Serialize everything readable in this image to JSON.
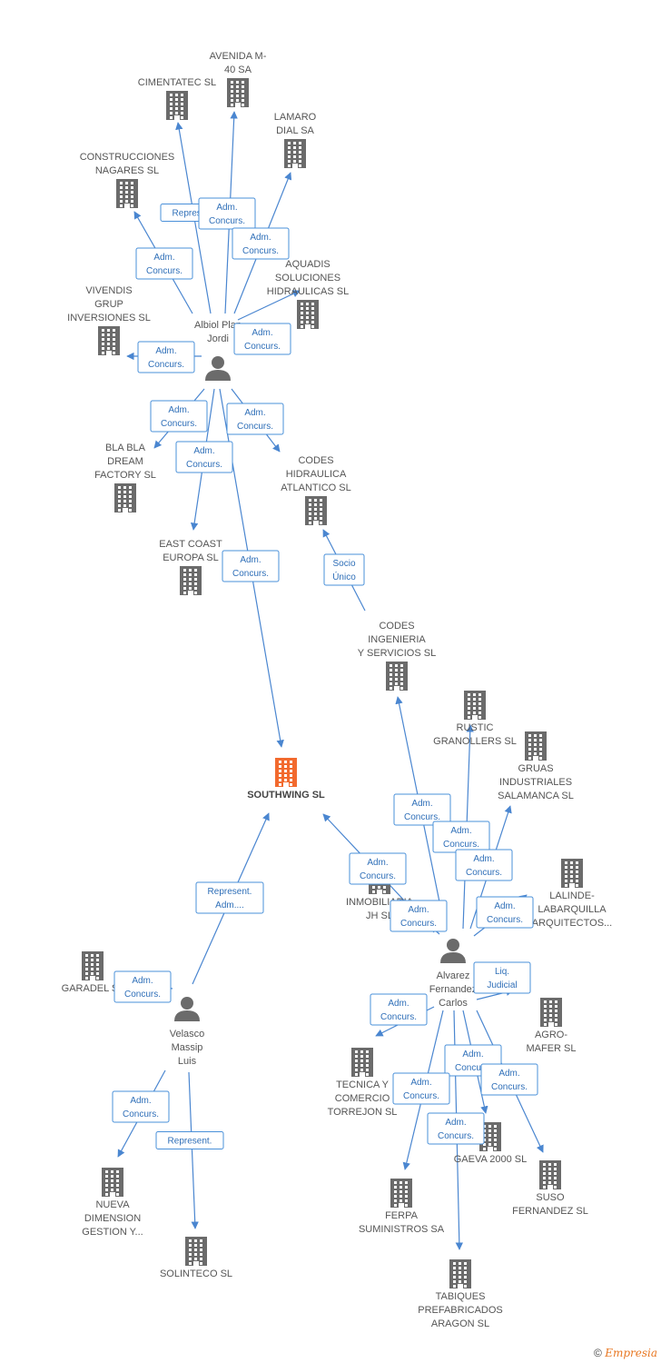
{
  "companies": [
    {
      "id": "southwing",
      "lines": [
        "SOUTHWING SL"
      ],
      "main": true
    },
    {
      "id": "avenida",
      "lines": [
        "AVENIDA M-",
        "40 SA"
      ]
    },
    {
      "id": "cimentatec",
      "lines": [
        "CIMENTATEC SL"
      ]
    },
    {
      "id": "lamaro",
      "lines": [
        "LAMARO",
        "DIAL SA"
      ]
    },
    {
      "id": "construcciones",
      "lines": [
        "CONSTRUCCIONES",
        "NAGARES SL"
      ]
    },
    {
      "id": "aquadis",
      "lines": [
        "AQUADIS",
        "SOLUCIONES",
        "HIDRAULICAS SL"
      ]
    },
    {
      "id": "vivendis",
      "lines": [
        "VIVENDIS",
        "GRUP",
        "INVERSIONES SL"
      ]
    },
    {
      "id": "blabla",
      "lines": [
        "BLA BLA",
        "DREAM",
        "FACTORY SL"
      ]
    },
    {
      "id": "codeshid",
      "lines": [
        "CODES",
        "HIDRAULICA",
        "ATLANTICO SL"
      ]
    },
    {
      "id": "eastcoast",
      "lines": [
        "EAST COAST",
        "EUROPA SL"
      ]
    },
    {
      "id": "codesing",
      "lines": [
        "CODES",
        "INGENIERIA",
        "Y SERVICIOS SL"
      ]
    },
    {
      "id": "rustic",
      "lines": [
        "RUSTIC",
        "GRANOLLERS SL"
      ]
    },
    {
      "id": "gruas",
      "lines": [
        "GRUAS",
        "INDUSTRIALES",
        "SALAMANCA SL"
      ]
    },
    {
      "id": "lalinde",
      "lines": [
        "LALINDE-",
        "LABARQUILLA",
        "ARQUITECTOS..."
      ]
    },
    {
      "id": "inmobiliaria",
      "lines": [
        "INMOBILIARIA",
        "JH SL"
      ]
    },
    {
      "id": "garadel",
      "lines": [
        "GARADEL SL"
      ]
    },
    {
      "id": "agromafer",
      "lines": [
        "AGRO-",
        "MAFER SL"
      ]
    },
    {
      "id": "tecnica",
      "lines": [
        "TECNICA Y",
        "COMERCIO",
        "TORREJON SL"
      ]
    },
    {
      "id": "gaeva",
      "lines": [
        "GAEVA 2000 SL"
      ]
    },
    {
      "id": "suso",
      "lines": [
        "SUSO",
        "FERNANDEZ SL"
      ]
    },
    {
      "id": "ferpa",
      "lines": [
        "FERPA",
        "SUMINISTROS SA"
      ]
    },
    {
      "id": "nueva",
      "lines": [
        "NUEVA",
        "DIMENSION",
        "GESTION Y..."
      ]
    },
    {
      "id": "solinteco",
      "lines": [
        "SOLINTECO SL"
      ]
    },
    {
      "id": "tabiques",
      "lines": [
        "TABIQUES",
        "PREFABRICADOS",
        "ARAGON SL"
      ]
    }
  ],
  "persons": [
    {
      "id": "albiol",
      "lines": [
        "Albiol Plan",
        "Jordi"
      ]
    },
    {
      "id": "alvarez",
      "lines": [
        "Alvarez",
        "Fernandez",
        "Carlos"
      ]
    },
    {
      "id": "velasco",
      "lines": [
        "Velasco",
        "Massip",
        "Luis"
      ]
    }
  ],
  "relations": [
    {
      "from": "albiol",
      "to": "cimentatec",
      "label": [
        "Represent."
      ]
    },
    {
      "from": "albiol",
      "to": "avenida",
      "label": [
        "Adm.",
        "Concurs."
      ]
    },
    {
      "from": "albiol",
      "to": "lamaro",
      "label": [
        "Adm.",
        "Concurs."
      ]
    },
    {
      "from": "albiol",
      "to": "construcciones",
      "label": [
        "Adm.",
        "Concurs."
      ]
    },
    {
      "from": "albiol",
      "to": "aquadis",
      "label": [
        "Adm.",
        "Concurs."
      ]
    },
    {
      "from": "albiol",
      "to": "vivendis",
      "label": [
        "Adm.",
        "Concurs."
      ]
    },
    {
      "from": "albiol",
      "to": "blabla",
      "label": [
        "Adm.",
        "Concurs."
      ]
    },
    {
      "from": "albiol",
      "to": "codeshid",
      "label": [
        "Adm.",
        "Concurs."
      ]
    },
    {
      "from": "albiol",
      "to": "eastcoast",
      "label": [
        "Adm.",
        "Concurs."
      ]
    },
    {
      "from": "albiol",
      "to": "southwing",
      "label": [
        "Adm.",
        "Concurs."
      ]
    },
    {
      "from": "codesing",
      "to": "codeshid",
      "label": [
        "Socio",
        "Único"
      ]
    },
    {
      "from": "velasco",
      "to": "southwing",
      "label": [
        "Represent.",
        "Adm...."
      ]
    },
    {
      "from": "velasco",
      "to": "garadel",
      "label": [
        "Adm.",
        "Concurs."
      ]
    },
    {
      "from": "velasco",
      "to": "nueva",
      "label": [
        "Adm.",
        "Concurs."
      ]
    },
    {
      "from": "velasco",
      "to": "solinteco",
      "label": [
        "Represent."
      ]
    },
    {
      "from": "alvarez",
      "to": "southwing",
      "label": [
        "Adm.",
        "Concurs."
      ]
    },
    {
      "from": "alvarez",
      "to": "codesing",
      "label": [
        "Adm.",
        "Concurs."
      ]
    },
    {
      "from": "alvarez",
      "to": "rustic",
      "label": [
        "Adm.",
        "Concurs."
      ]
    },
    {
      "from": "alvarez",
      "to": "gruas",
      "label": [
        "Adm.",
        "Concurs."
      ]
    },
    {
      "from": "alvarez",
      "to": "inmobiliaria",
      "label": [
        "Adm.",
        "Concurs."
      ]
    },
    {
      "from": "alvarez",
      "to": "lalinde",
      "label": [
        "Adm.",
        "Concurs."
      ]
    },
    {
      "from": "alvarez",
      "to": "agromafer",
      "label": [
        "Liq.",
        "Judicial"
      ]
    },
    {
      "from": "alvarez",
      "to": "tecnica",
      "label": [
        "Adm.",
        "Concurs."
      ]
    },
    {
      "from": "alvarez",
      "to": "gaeva",
      "label": [
        "Adm.",
        "Concurs."
      ]
    },
    {
      "from": "alvarez",
      "to": "suso",
      "label": [
        "Adm.",
        "Concurs."
      ]
    },
    {
      "from": "alvarez",
      "to": "ferpa",
      "label": [
        "Adm.",
        "Concurs."
      ]
    },
    {
      "from": "alvarez",
      "to": "tabiques",
      "label": [
        "Adm.",
        "Concurs."
      ]
    }
  ],
  "footer": {
    "symbol": "©",
    "brand": "Empresia"
  },
  "colors": {
    "edge": "#4a86d0",
    "building": "#6b6b6b",
    "main_building": "#f26a2e",
    "person": "#6b6b6b"
  }
}
